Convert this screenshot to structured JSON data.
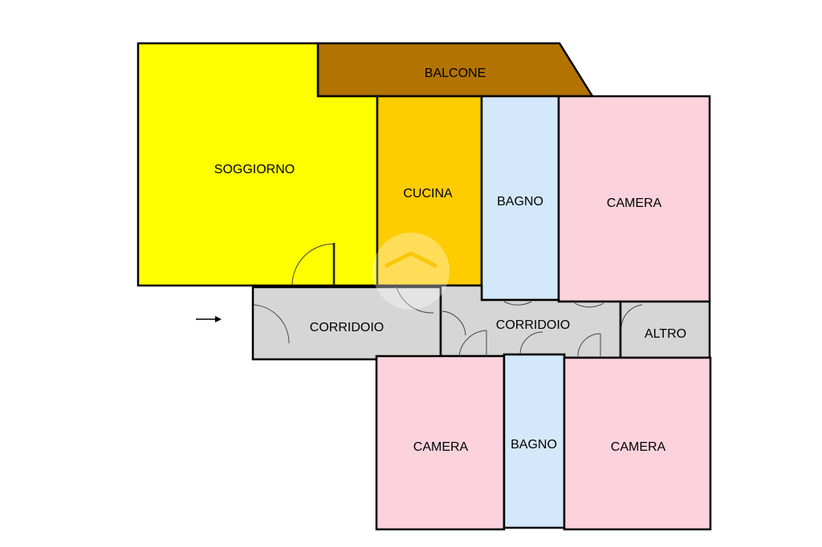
{
  "colors": {
    "living": "#ffff00",
    "kitchen": "#ffcc00",
    "balcony": "#b27300",
    "bathroom": "#d4e8fb",
    "bedroom": "#fcd3dd",
    "corridor": "#d6d6d6",
    "other": "#d6d6d6"
  },
  "rooms": {
    "balcone": "BALCONE",
    "soggiorno": "SOGGIORNO",
    "cucina": "CUCINA",
    "bagno_top": "BAGNO",
    "camera_top": "CAMERA",
    "corridoio_left": "CORRIDOIO",
    "corridoio_right": "CORRIDOIO",
    "altro": "ALTRO",
    "camera_bottom_left": "CAMERA",
    "bagno_bottom": "BAGNO",
    "camera_bottom_right": "CAMERA"
  },
  "icons": {
    "entrance": "entrance-arrow-icon",
    "watermark": "house-watermark-icon"
  }
}
